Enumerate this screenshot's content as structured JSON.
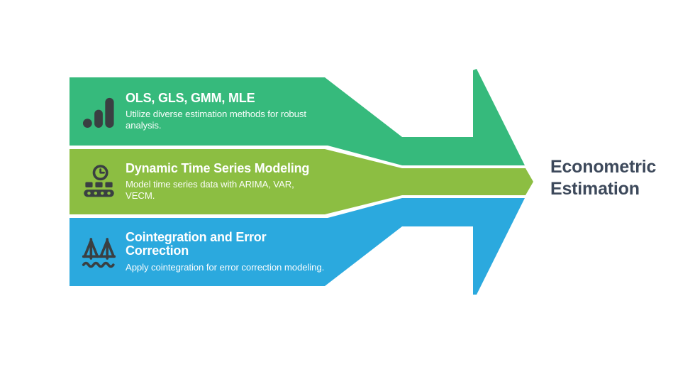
{
  "result_title": "Econometric Estimation",
  "steps": [
    {
      "title": "OLS, GLS, GMM, MLE",
      "description": "Utilize diverse estimation methods for robust analysis.",
      "icon": "bar-chart-icon",
      "color": "#36ba7c"
    },
    {
      "title": "Dynamic Time Series Modeling",
      "description": "Model time series data with ARIMA, VAR, VECM.",
      "icon": "clock-conveyor-icon",
      "color": "#8cbe42"
    },
    {
      "title": "Cointegration and Error Correction",
      "description": "Apply cointegration for error correction modeling.",
      "icon": "bridge-icon",
      "color": "#2ba9de"
    }
  ],
  "colors": {
    "step1": "#36ba7c",
    "step2": "#8cbe42",
    "step3": "#2ba9de",
    "icon": "#3a3f42",
    "band_text": "#ffffff",
    "result_text": "#3d495b",
    "background": "#ffffff"
  }
}
